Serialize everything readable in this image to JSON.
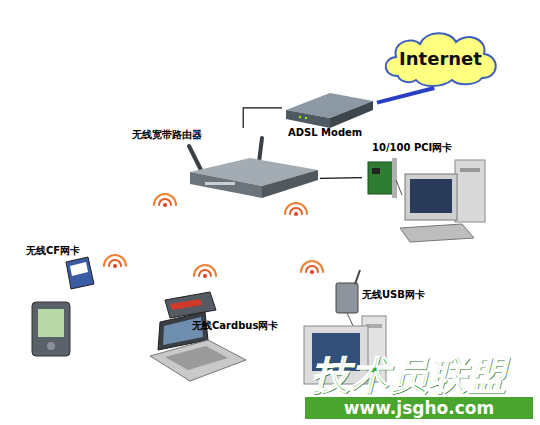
{
  "diagram": {
    "nodes": [
      {
        "text": [
          "Internet"
        ]
      },
      {
        "text": [
          "ADSL Modem"
        ]
      },
      {
        "text": [
          "无线宽带路由器"
        ]
      },
      {
        "text": [
          "10/100 PCI网卡"
        ]
      },
      {
        "text": [
          "无线CF网卡"
        ]
      },
      {
        "text": [
          "无线Cardbus网卡"
        ]
      },
      {
        "text": [
          "无线USB网卡"
        ]
      }
    ],
    "edges": [
      {
        "from": 1,
        "to": 0,
        "arrow": "none"
      },
      {
        "from": 2,
        "to": 1,
        "arrow": "none"
      },
      {
        "from": 2,
        "to": 3,
        "arrow": "none"
      }
    ],
    "labels": [
      "技术员联盟",
      "www.jsgho.com"
    ]
  }
}
